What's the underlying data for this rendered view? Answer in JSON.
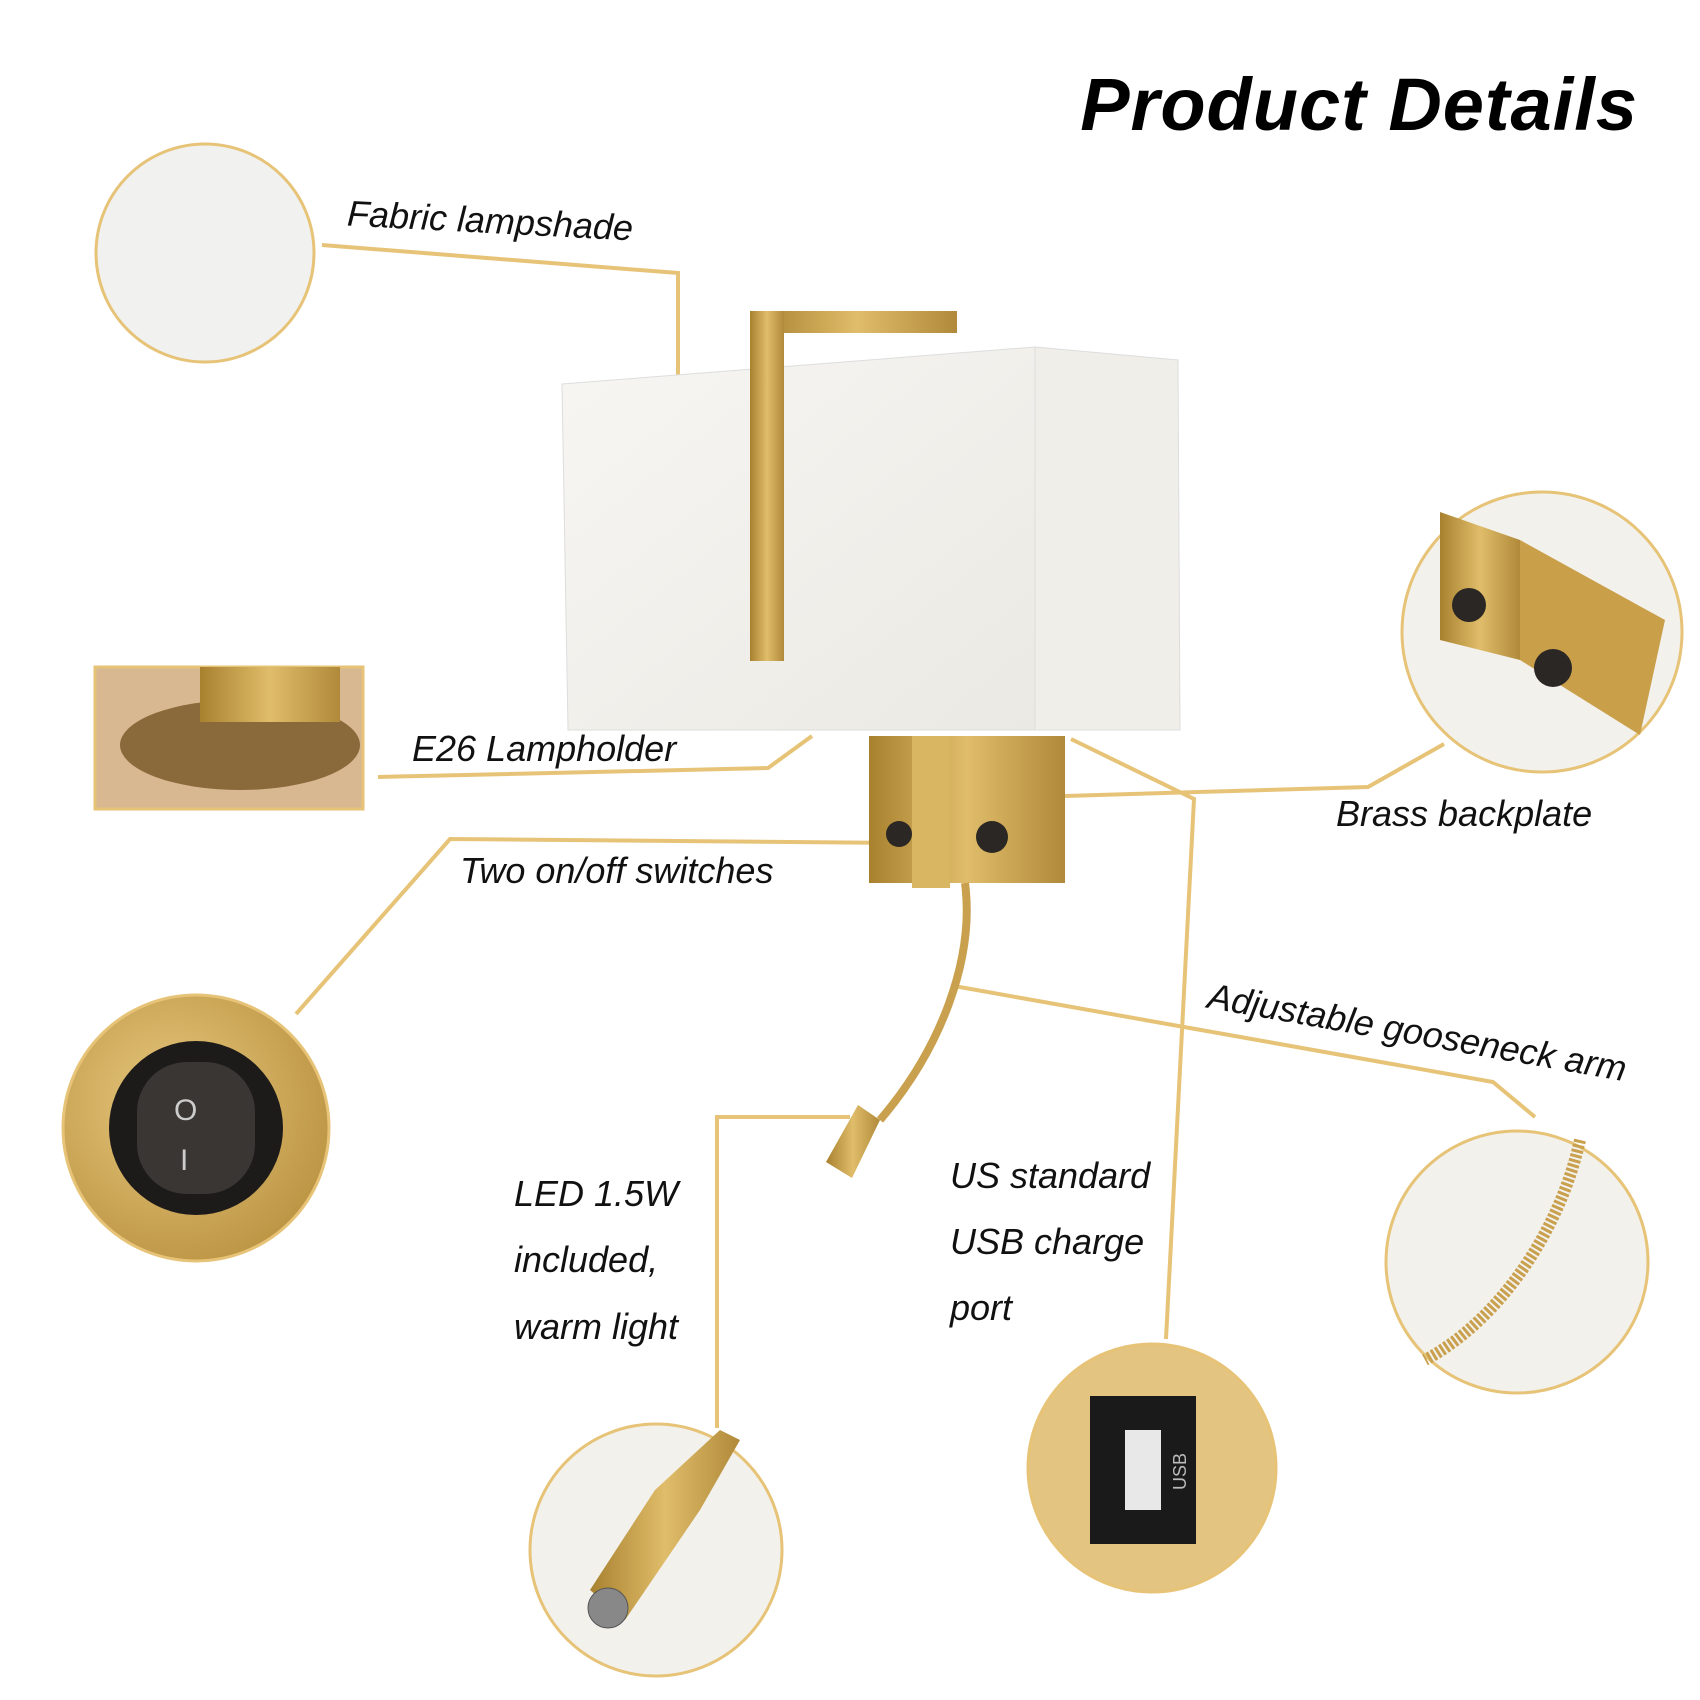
{
  "title": "Product Details",
  "colors": {
    "accent": "#e6c377",
    "brass": "#c9a04e",
    "shade": "#f4f2ee"
  },
  "callouts": {
    "fabric": "Fabric lampshade",
    "lampholder": "E26 Lampholder",
    "switches": "Two on/off switches",
    "backplate": "Brass backplate",
    "gooseneck": "Adjustable gooseneck arm",
    "led": [
      "LED 1.5W",
      "included,",
      "warm light"
    ],
    "usb": [
      "US standard",
      "USB charge",
      "port"
    ]
  },
  "switch_marks": {
    "off": "O",
    "on": "I"
  },
  "usb_port_label": "USB"
}
